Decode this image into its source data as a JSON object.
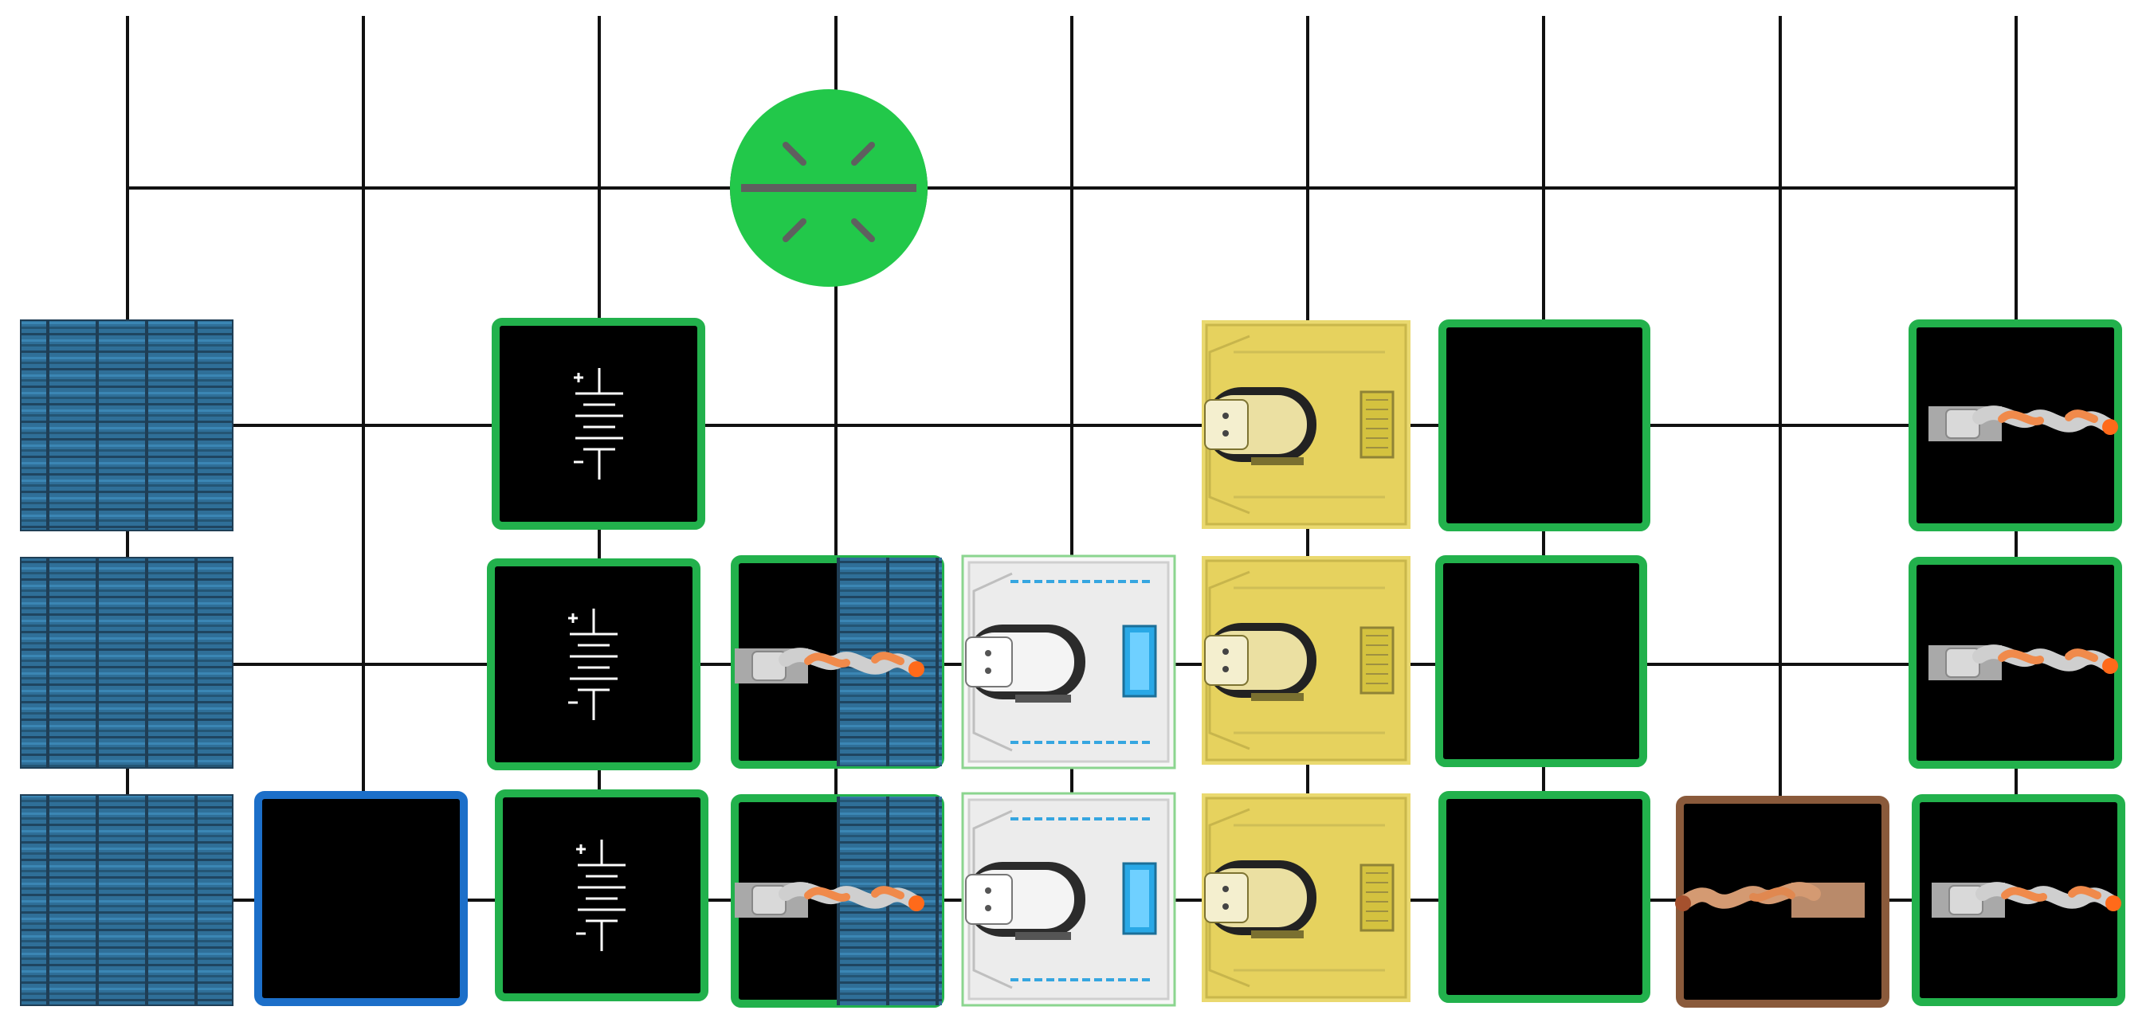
{
  "board": {
    "title": "",
    "grid_columns": 9,
    "grid_rows": 4,
    "colors": {
      "grid_line": "#111111",
      "green_border": "#22b14c",
      "blue_border": "#1c6fc9",
      "brown_border": "#8a5a3b",
      "yellow_machine": "#e8d86a",
      "white_machine": "#f4f4f4",
      "solar_panel": "#2f6f98",
      "green_orb": "#22c84a"
    },
    "pieces": [
      {
        "name": "solar-panel",
        "count": 3
      },
      {
        "name": "battery-tile",
        "count": 3
      },
      {
        "name": "robot-arm-tile",
        "count": 5
      },
      {
        "name": "white-charging-station",
        "count": 2
      },
      {
        "name": "yellow-charging-station",
        "count": 3
      },
      {
        "name": "empty-green-tile",
        "count": 3
      },
      {
        "name": "empty-blue-tile",
        "count": 1
      },
      {
        "name": "brown-robot-arm-tile",
        "count": 1
      },
      {
        "name": "green-orb-robot",
        "count": 1
      }
    ]
  }
}
